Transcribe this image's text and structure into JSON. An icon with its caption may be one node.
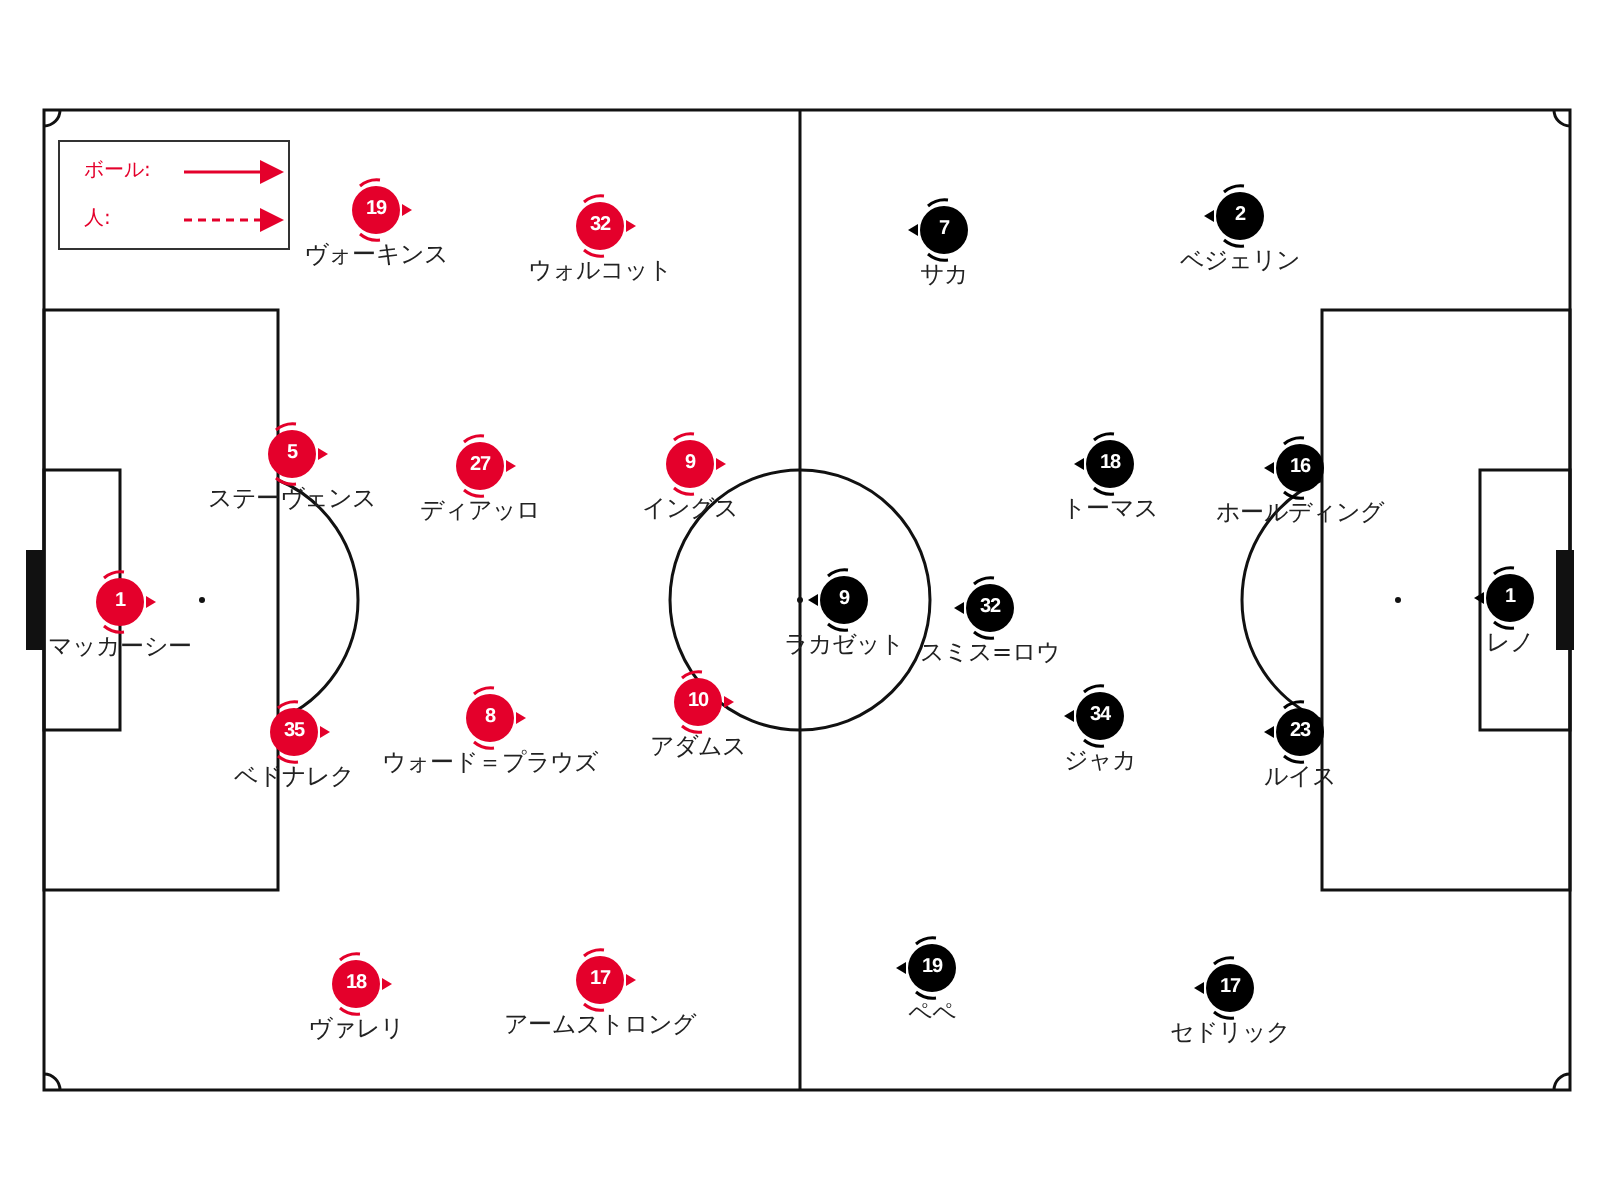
{
  "diagram": {
    "nodes": [
      {
        "text": [
          "1"
        ],
        "beside": [
          "マッカーシー"
        ]
      },
      {
        "text": [
          "19"
        ],
        "beside": [
          "ヴォーキンス"
        ]
      },
      {
        "text": [
          "32"
        ],
        "beside": [
          "ウォルコット"
        ]
      },
      {
        "text": [
          "5"
        ],
        "beside": [
          "ステーヴェンス"
        ]
      },
      {
        "text": [
          "27"
        ],
        "beside": [
          "ディアッロ"
        ]
      },
      {
        "text": [
          "9"
        ],
        "beside": [
          "イングス"
        ]
      },
      {
        "text": [
          "35"
        ],
        "beside": [
          "ベドナレク"
        ]
      },
      {
        "text": [
          "8"
        ],
        "beside": [
          "ウォード＝プラウズ"
        ]
      },
      {
        "text": [
          "10"
        ],
        "beside": [
          "アダムス"
        ]
      },
      {
        "text": [
          "18"
        ],
        "beside": [
          "ヴァレリ"
        ]
      },
      {
        "text": [
          "17"
        ],
        "beside": [
          "アームストロング"
        ]
      },
      {
        "text": [
          "7"
        ],
        "beside": [
          "サカ"
        ]
      },
      {
        "text": [
          "2"
        ],
        "beside": [
          "ベジェリン"
        ]
      },
      {
        "text": [
          "18"
        ],
        "beside": [
          "トーマス"
        ]
      },
      {
        "text": [
          "16"
        ],
        "beside": [
          "ホールディング"
        ]
      },
      {
        "text": [
          "9"
        ],
        "beside": [
          "ラカゼット"
        ]
      },
      {
        "text": [
          "32"
        ],
        "beside": [
          "スミス=ロウ"
        ]
      },
      {
        "text": [
          "34"
        ],
        "beside": [
          "ジャカ"
        ]
      },
      {
        "text": [
          "23"
        ],
        "beside": [
          "ルイス"
        ]
      },
      {
        "text": [
          "1"
        ],
        "beside": [
          "レノ"
        ]
      },
      {
        "text": [
          "19"
        ],
        "beside": [
          "ペペ"
        ]
      },
      {
        "text": [
          "17"
        ],
        "beside": [
          "セドリック"
        ]
      }
    ],
    "legend": [
      {
        "text": "ボール:"
      },
      {
        "text": "人:"
      }
    ]
  }
}
